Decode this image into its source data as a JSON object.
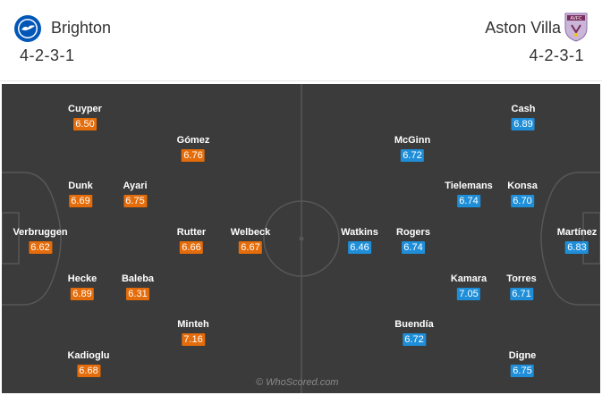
{
  "colors": {
    "home_rating": "#e46c0a",
    "away_rating": "#1f8ed8",
    "pitch": "#3b3b3b"
  },
  "home": {
    "name": "Brighton",
    "formation": "4-2-3-1",
    "crest_icon": "brighton-crest-icon",
    "players": [
      {
        "name": "Cuyper",
        "rating": "6.50"
      },
      {
        "name": "Gómez",
        "rating": "6.76"
      },
      {
        "name": "Dunk",
        "rating": "6.69"
      },
      {
        "name": "Ayari",
        "rating": "6.75"
      },
      {
        "name": "Verbruggen",
        "rating": "6.62"
      },
      {
        "name": "Rutter",
        "rating": "6.66"
      },
      {
        "name": "Welbeck",
        "rating": "6.67"
      },
      {
        "name": "Hecke",
        "rating": "6.89"
      },
      {
        "name": "Baleba",
        "rating": "6.31"
      },
      {
        "name": "Minteh",
        "rating": "7.16"
      },
      {
        "name": "Kadioglu",
        "rating": "6.68"
      }
    ]
  },
  "away": {
    "name": "Aston Villa",
    "formation": "4-2-3-1",
    "crest_icon": "aston-villa-crest-icon",
    "crest_text": "AVFC",
    "players": [
      {
        "name": "Cash",
        "rating": "6.89"
      },
      {
        "name": "McGinn",
        "rating": "6.72"
      },
      {
        "name": "Tielemans",
        "rating": "6.74"
      },
      {
        "name": "Konsa",
        "rating": "6.70"
      },
      {
        "name": "Watkins",
        "rating": "6.46"
      },
      {
        "name": "Rogers",
        "rating": "6.74"
      },
      {
        "name": "Martínez",
        "rating": "6.83"
      },
      {
        "name": "Kamara",
        "rating": "7.05"
      },
      {
        "name": "Torres",
        "rating": "6.71"
      },
      {
        "name": "Buendía",
        "rating": "6.72"
      },
      {
        "name": "Digne",
        "rating": "6.75"
      }
    ]
  },
  "watermark": "© WhoScored.com"
}
